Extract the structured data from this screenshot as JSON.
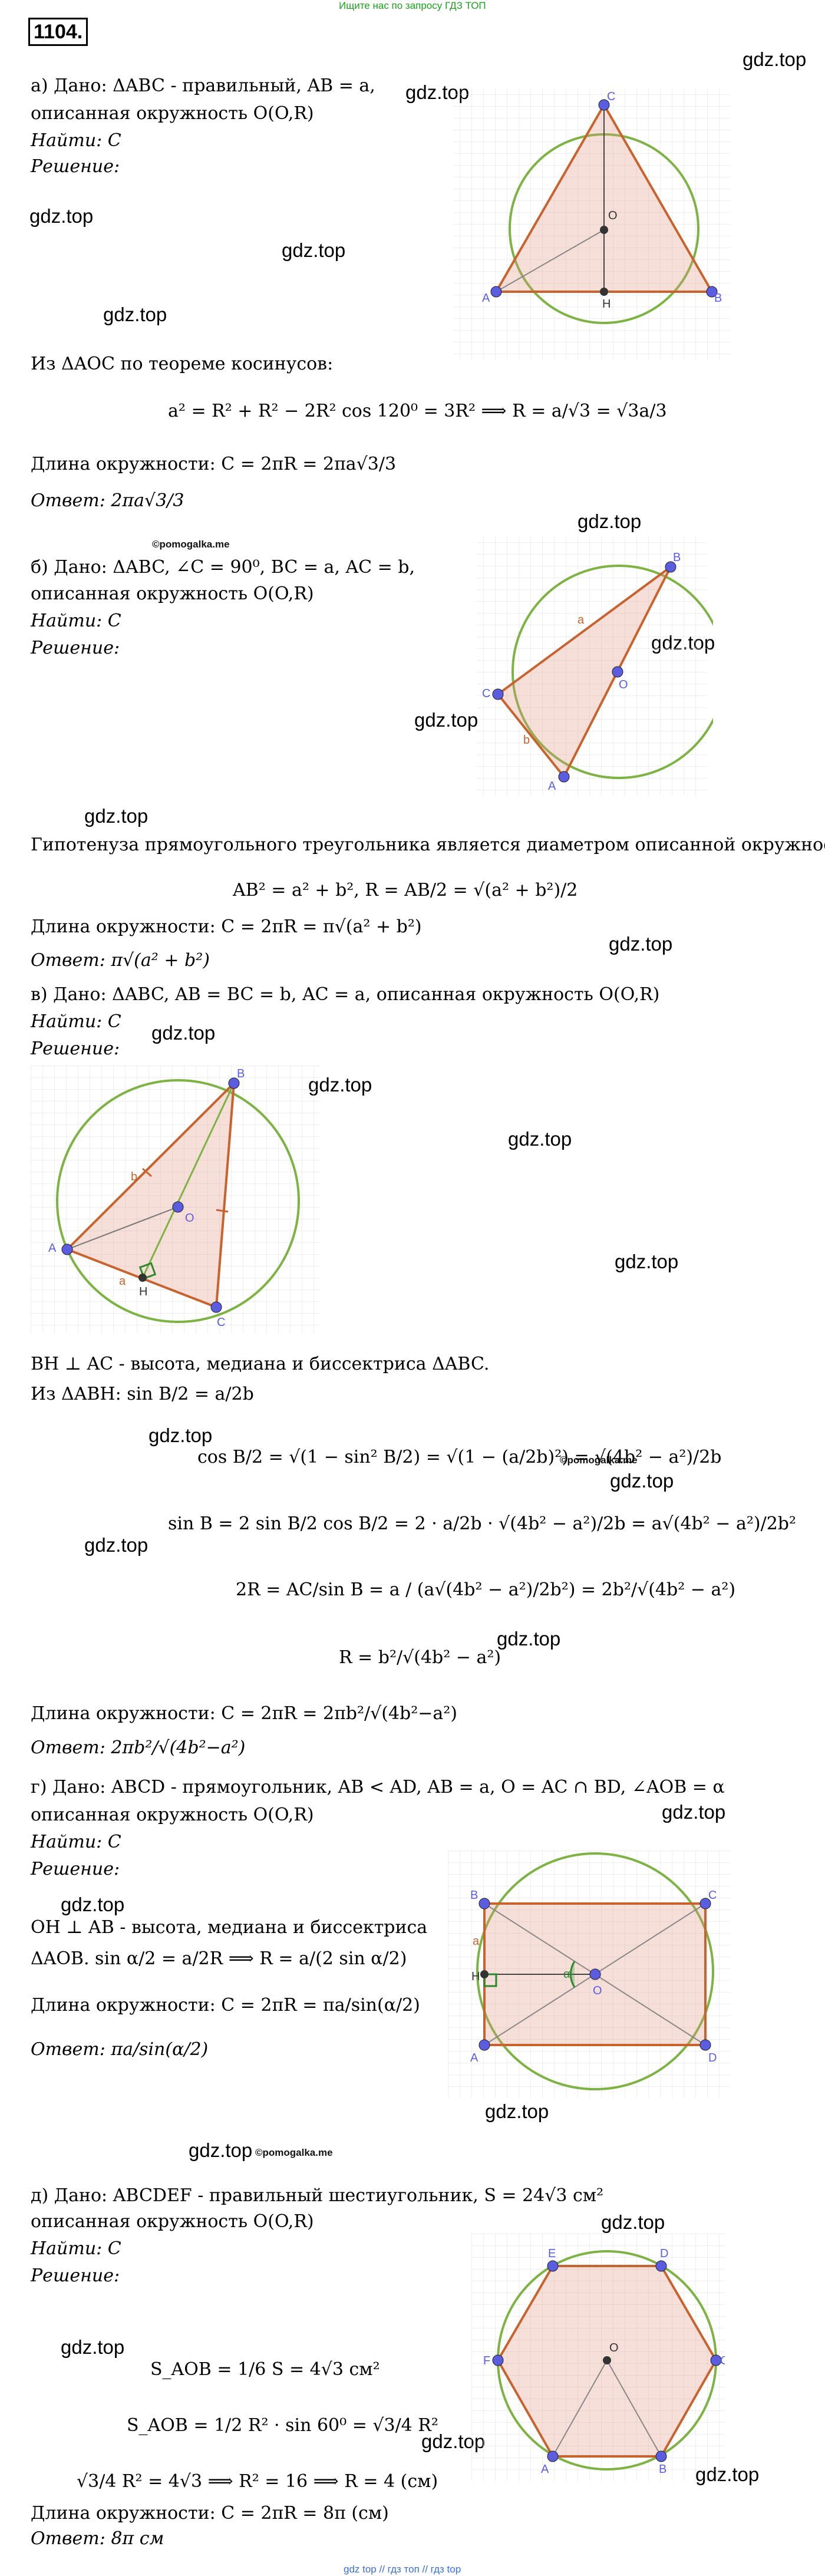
{
  "header": {
    "top_link": "Ищите нас по запросу ГДЗ ТОП",
    "problem_number": "1104.",
    "footer": "gdz top // гдз топ // гдз top"
  },
  "watermarks": {
    "gdz": "gdz.top",
    "pomogalka": "©pomogalka.me"
  },
  "part_a": {
    "given": "а) Дано: ΔABC - правильный, AB = a,",
    "given2": "описанная окружность O(O,R)",
    "find": "Найти: C",
    "solution": "Решение:",
    "text1": "Из ΔAOC по теореме косинусов:",
    "eq1": "a² = R² + R² − 2R² cos 120⁰ = 3R² ⟹ R = a/√3 = √3a/3",
    "length": "Длина окружности: C = 2πR = 2πa√3/3",
    "answer": "Ответ: 2πa√3/3",
    "points": [
      "A",
      "B",
      "C",
      "O",
      "H"
    ]
  },
  "part_b": {
    "given": "б) Дано: ΔABC, ∠C = 90⁰, BC = a, AC = b,",
    "given2": "описанная окружность O(O,R)",
    "find": "Найти: C",
    "solution": "Решение:",
    "text1": "Гипотенуза прямоугольного треугольника является диаметром описанной окружности.",
    "eq1": "AB² = a² + b²,      R = AB/2 = √(a² + b²)/2",
    "length": "Длина окружности: C = 2πR = π√(a² + b²)",
    "answer": "Ответ: π√(a² + b²)",
    "points": [
      "A",
      "B",
      "C",
      "O",
      "a",
      "b"
    ]
  },
  "part_c": {
    "given": "в) Дано: ΔABC, AB = BC = b, AC = a, описанная окружность O(O,R)",
    "find": "Найти: C",
    "solution": "Решение:",
    "text1": "BH ⊥ AC - высота, медиана и биссектриса ΔABC.",
    "text2": "Из ΔABH: sin B/2 = a/2b",
    "eq1": "cos B/2 = √(1 − sin² B/2) = √(1 − (a/2b)²) = √(4b² − a²)/2b",
    "eq2": "sin B = 2 sin B/2 cos B/2 = 2 · a/2b · √(4b² − a²)/2b = a√(4b² − a²)/2b²",
    "eq3": "2R = AC/sin B = a / (a√(4b² − a²)/2b²) = 2b²/√(4b² − a²)",
    "eq4": "R = b²/√(4b² − a²)",
    "length": "Длина окружности: C = 2πR = 2πb²/√(4b²−a²)",
    "answer": "Ответ: 2πb²/√(4b²−a²)",
    "points": [
      "A",
      "B",
      "C",
      "O",
      "H",
      "a",
      "b"
    ]
  },
  "part_d": {
    "given": "г) Дано: ABCD - прямоугольник, AB < AD, AB = a, O = AC ∩ BD, ∠AOB = α",
    "given2": "описанная окружность O(O,R)",
    "find": "Найти: C",
    "solution": "Решение:",
    "text1": "OH ⊥ AB - высота, медиана и биссектриса",
    "text2": "ΔAOB. sin α/2 = a/2R ⟹ R = a/(2 sin α/2)",
    "length": "Длина окружности: C = 2πR = πa/sin(α/2)",
    "answer": "Ответ: πa/sin(α/2)",
    "points": [
      "A",
      "B",
      "C",
      "D",
      "O",
      "H",
      "a",
      "α"
    ]
  },
  "part_e": {
    "given": "д) Дано: ABCDEF - правильный шестиугольник, S = 24√3 см²",
    "given2": "описанная окружность O(O,R)",
    "find": "Найти: C",
    "solution": "Решение:",
    "eq1": "S_AOB = 1/6 S = 4√3 см²",
    "eq2": "S_AOB = 1/2 R² · sin 60⁰ = √3/4 R²",
    "eq3": "√3/4 R² = 4√3 ⟹ R² = 16 ⟹ R = 4 (см)",
    "length": "Длина окружности: C = 2πR = 8π (см)",
    "answer": "Ответ: 8π см",
    "points": [
      "A",
      "B",
      "C",
      "D",
      "E",
      "F",
      "O"
    ]
  }
}
